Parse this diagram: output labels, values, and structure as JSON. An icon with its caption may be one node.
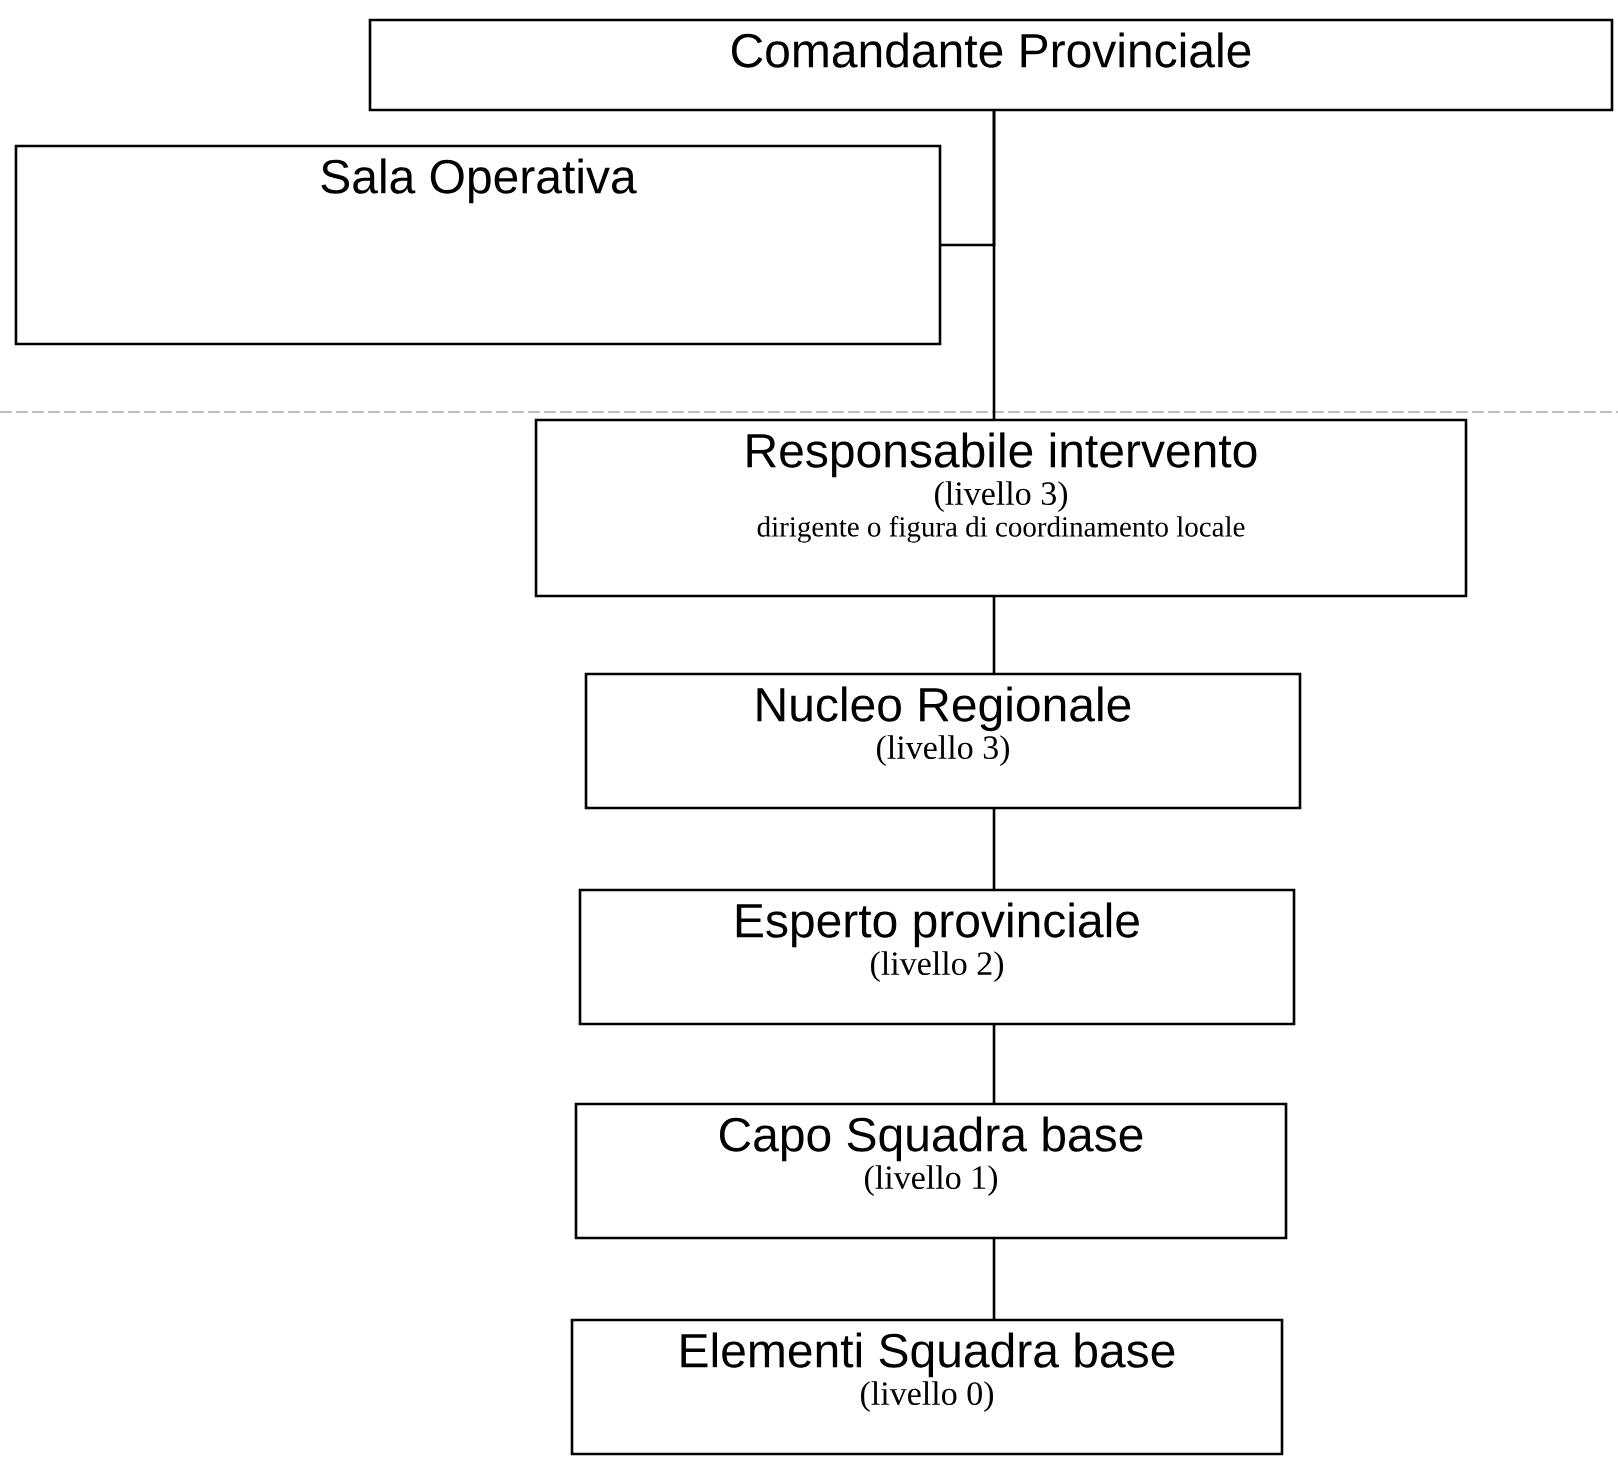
{
  "diagram": {
    "nodes": [
      {
        "text": [
          "Comandante Provinciale"
        ]
      },
      {
        "text": [
          "Sala Operativa"
        ]
      },
      {
        "text": [
          "Responsabile intervento",
          "(livello 3)",
          "dirigente o figura di coordinamento locale"
        ]
      },
      {
        "text": [
          "Nucleo Regionale",
          "(livello 3)"
        ]
      },
      {
        "text": [
          "Esperto provinciale",
          "(livello 2)"
        ]
      },
      {
        "text": [
          "Capo Squadra base",
          "(livello 1)"
        ]
      },
      {
        "text": [
          "Elementi Squadra base",
          "(livello 0)"
        ]
      }
    ],
    "edges": [
      {
        "from": 0,
        "to": 2,
        "arrow": "none"
      },
      {
        "from": 0,
        "to": 1,
        "arrow": "none"
      },
      {
        "from": 2,
        "to": 3,
        "arrow": "none"
      },
      {
        "from": 3,
        "to": 4,
        "arrow": "none"
      },
      {
        "from": 4,
        "to": 5,
        "arrow": "none"
      },
      {
        "from": 5,
        "to": 6,
        "arrow": "none"
      }
    ]
  }
}
